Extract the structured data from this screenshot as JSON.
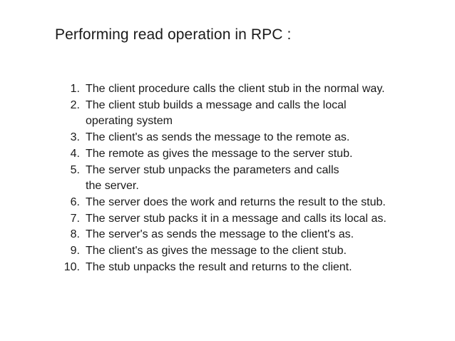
{
  "slide": {
    "title": "Performing read operation in RPC :",
    "background_color": "#ffffff",
    "text_color": "#1a1a1a",
    "list": {
      "type": "ordered-decimal",
      "items": [
        {
          "number": "1.",
          "text": "The client procedure calls the client stub in the normal way.",
          "wraps": false
        },
        {
          "number": "2.",
          "text": "The client stub builds a message and calls the local operating system",
          "wraps": true
        },
        {
          "number": "3.",
          "text": "The client's as sends the message to the remote as.",
          "wraps": false
        },
        {
          "number": "4.",
          "text": "The remote as gives the message to the server stub.",
          "wraps": false
        },
        {
          "number": "5.",
          "text": "The server stub unpacks the parameters and calls the server.",
          "wraps": true
        },
        {
          "number": "6.",
          "text": "The server does the work and returns the result to the stub.",
          "wraps": false
        },
        {
          "number": "7.",
          "text": "The server stub packs it in a message and calls its local as.",
          "wraps": false
        },
        {
          "number": "8.",
          "text": "The server's as sends the message to the client's as.",
          "wraps": false
        },
        {
          "number": "9.",
          "text": "The client's as gives the message to the client stub.",
          "wraps": false
        },
        {
          "number": "10.",
          "text": "The stub unpacks the result and returns to the client.",
          "wraps": false
        }
      ]
    }
  }
}
